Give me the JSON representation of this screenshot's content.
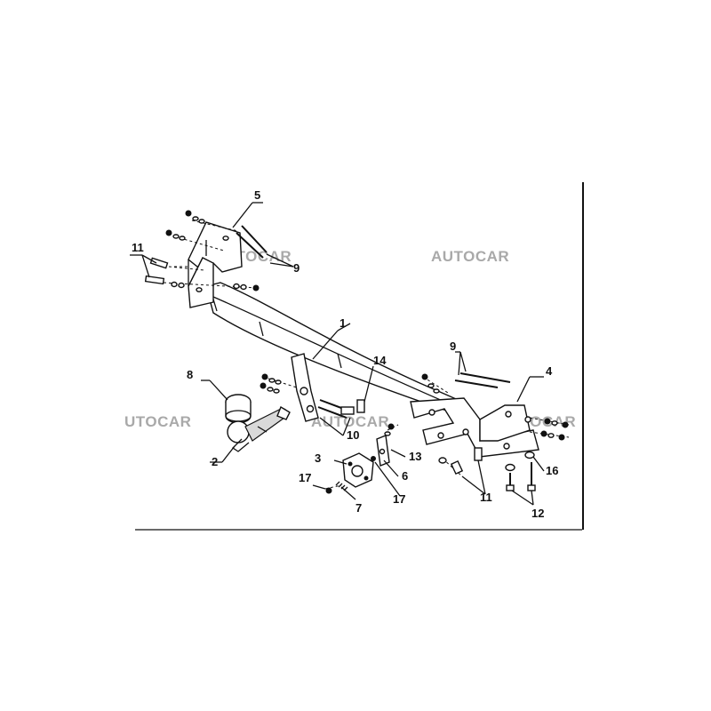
{
  "watermark": {
    "text": "AUTOCAR",
    "partial_text": "UTOCAR"
  },
  "callouts": {
    "c1": "1",
    "c2": "2",
    "c3": "3",
    "c4": "4",
    "c5": "5",
    "c6": "6",
    "c7": "7",
    "c8": "8",
    "c9a": "9",
    "c9b": "9",
    "c10": "10",
    "c11a": "11",
    "c11b": "11",
    "c12": "12",
    "c13": "13",
    "c14": "14",
    "c16": "16",
    "c17a": "17",
    "c17b": "17"
  }
}
